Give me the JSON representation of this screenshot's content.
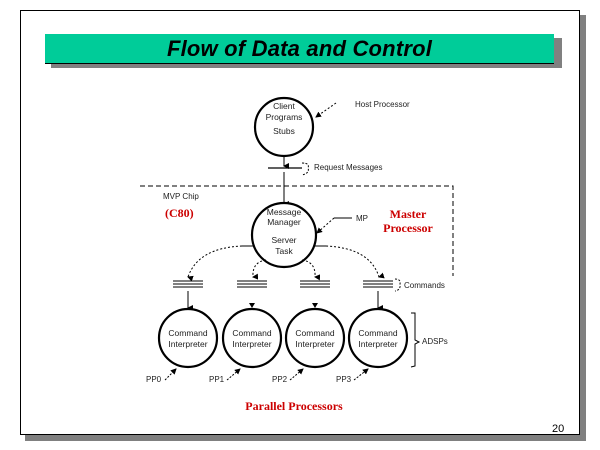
{
  "slide": {
    "title": "Flow of Data and Control",
    "page_number": "20",
    "colors": {
      "title_bar": "#00cc99",
      "accent_red": "#cc0000",
      "shadow": "#808080"
    }
  },
  "diagram": {
    "client": {
      "lines": [
        "Client",
        "Programs",
        "Stubs"
      ],
      "annotation": "Host Processor"
    },
    "request_label": "Request Messages",
    "chip_box": {
      "label": "MVP Chip",
      "part": "(C80)"
    },
    "master": {
      "lines": [
        "Message",
        "Manager",
        "Server",
        "Task"
      ],
      "annotation": "MP",
      "role_lines": [
        "Master",
        "Processor"
      ]
    },
    "commands_label": "Commands",
    "interpreters": [
      {
        "lines": [
          "Command",
          "Interpreter"
        ],
        "id": "PP0"
      },
      {
        "lines": [
          "Command",
          "Interpreter"
        ],
        "id": "PP1"
      },
      {
        "lines": [
          "Command",
          "Interpreter"
        ],
        "id": "PP2"
      },
      {
        "lines": [
          "Command",
          "Interpreter"
        ],
        "id": "PP3"
      }
    ],
    "adsp_label": "ADSPs",
    "parallel_label": "Parallel Processors"
  }
}
